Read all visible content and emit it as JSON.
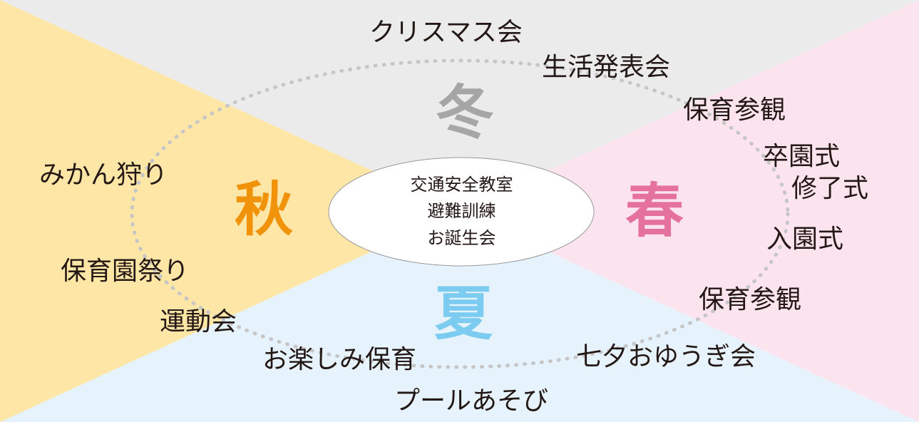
{
  "colors": {
    "winter_bg": "#ebebeb",
    "spring_bg": "#fbe4ee",
    "summer_bg": "#e6f3fc",
    "autumn_bg": "#fde6a6",
    "winter_text": "#a6a6a6",
    "spring_text": "#e5719f",
    "summer_text": "#7ccbf0",
    "autumn_text": "#f0920a",
    "dash": "#c6c6c6"
  },
  "seasons": {
    "winter": "冬",
    "spring": "春",
    "summer": "夏",
    "autumn": "秋"
  },
  "center_events": [
    "交通安全教室",
    "避難訓練",
    "お誕生会"
  ],
  "events": {
    "christmas": "クリスマス会",
    "presentation": "生活発表会",
    "observation_winter": "保育参観",
    "graduation": "卒園式",
    "completion": "修了式",
    "entrance": "入園式",
    "observation_spring": "保育参観",
    "tanabata": "七夕おゆうぎ会",
    "pool": "プールあそび",
    "fun_care": "お楽しみ保育",
    "sports_day": "運動会",
    "festival": "保育園祭り",
    "mikan": "みかん狩り"
  }
}
